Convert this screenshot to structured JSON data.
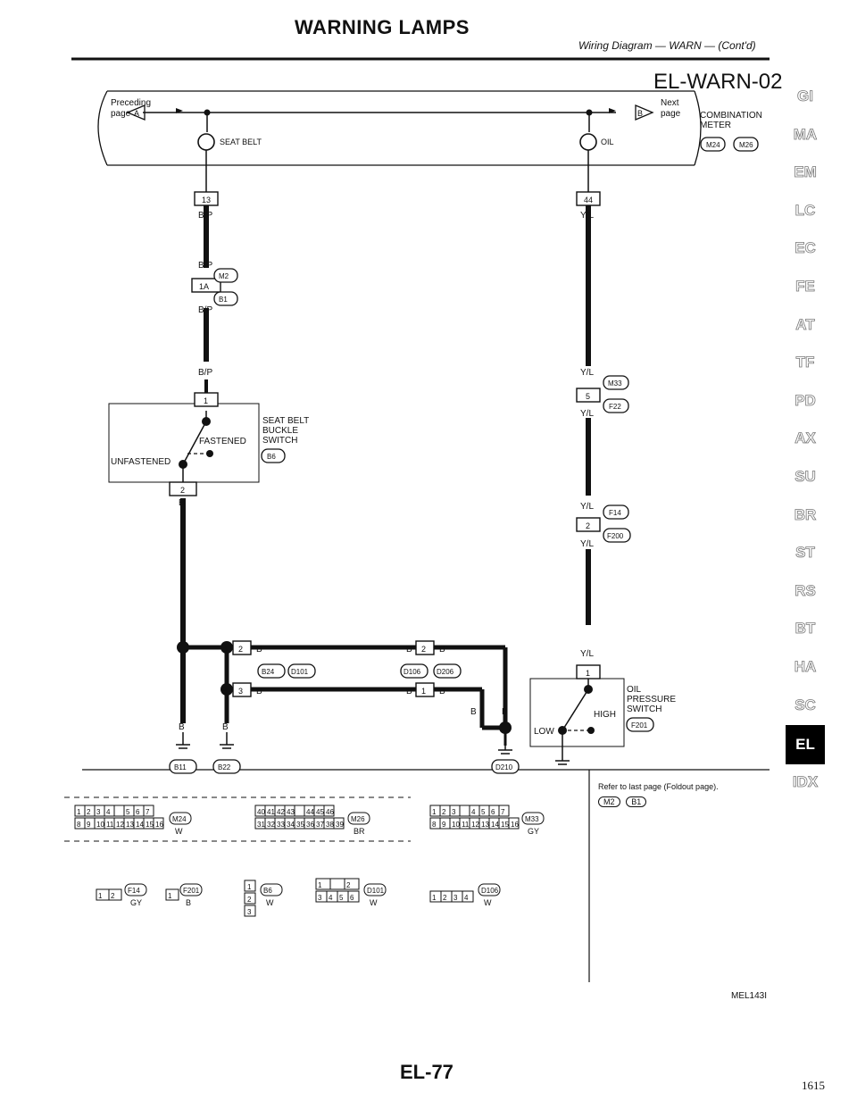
{
  "header": {
    "title": "WARNING LAMPS",
    "subtitle": "Wiring Diagram — WARN — (Cont'd)",
    "diagram_code": "EL-WARN-02"
  },
  "footer": {
    "page": "EL-77",
    "sheet": "1615",
    "ref_code": "MEL143I",
    "refer_note": "Refer to last page (Foldout page).",
    "refer_connectors": [
      "M2",
      "B1"
    ]
  },
  "meter": {
    "preceding": "Preceding",
    "preceding2": "page",
    "next": "Next",
    "next2": "page",
    "arrow_a": "A",
    "arrow_b": "B",
    "name": "COMBINATION",
    "name2": "METER",
    "conn1": "M24",
    "conn2": "M26",
    "seatbelt_lamp": "SEAT BELT",
    "oil_lamp": "OIL"
  },
  "seatbelt_circuit": {
    "pin_meter": "13",
    "wire1": "B/P",
    "wire2": "B/P",
    "conn_pin": "1A",
    "conn_top": "M2",
    "conn_bot": "B1",
    "wire3": "B/P",
    "wire4": "B/P",
    "sw_pin1": "1",
    "sw_pin2": "2",
    "fastened": "FASTENED",
    "unfastened": "UNFASTENED",
    "sw_name1": "SEAT BELT",
    "sw_name2": "BUCKLE",
    "sw_name3": "SWITCH",
    "sw_conn": "B6",
    "wire_b": "B"
  },
  "oil_circuit": {
    "pin_meter": "44",
    "wire1": "Y/L",
    "wire2": "Y/L",
    "pin5": "5",
    "conn_m33": "M33",
    "conn_f22": "F22",
    "wire3": "Y/L",
    "wire4": "Y/L",
    "pin2": "2",
    "conn_f14": "F14",
    "conn_f200": "F200",
    "wire5": "Y/L",
    "wire6": "Y/L",
    "sw_pin": "1",
    "high": "HIGH",
    "low": "LOW",
    "sw_name1": "OIL",
    "sw_name2": "PRESSURE",
    "sw_name3": "SWITCH",
    "sw_conn": "F201"
  },
  "ground_circuit": {
    "b": "B",
    "pin2": "2",
    "pin3": "3",
    "pin1": "1",
    "conn_b24": "B24",
    "conn_d101": "D101",
    "conn_d106": "D106",
    "conn_d206": "D206",
    "gnd1": "B11",
    "gnd2": "B22",
    "gnd3": "D210"
  },
  "connector_views": {
    "m24_row1": [
      "1",
      "2",
      "3",
      "4",
      "",
      "5",
      "6",
      "7"
    ],
    "m24_row2": [
      "8",
      "9",
      "10",
      "11",
      "12",
      "13",
      "14",
      "15",
      "16"
    ],
    "m24_id": "M24",
    "m24_color": "W",
    "m26_row1": [
      "40",
      "41",
      "42",
      "43",
      "",
      "44",
      "45",
      "46"
    ],
    "m26_row2": [
      "31",
      "32",
      "33",
      "34",
      "35",
      "36",
      "37",
      "38",
      "39"
    ],
    "m26_id": "M26",
    "m26_color": "BR",
    "m33_row1": [
      "1",
      "2",
      "3",
      "",
      "4",
      "5",
      "6",
      "7"
    ],
    "m33_row2": [
      "8",
      "9",
      "10",
      "11",
      "12",
      "13",
      "14",
      "15",
      "16"
    ],
    "m33_id": "M33",
    "m33_color": "GY",
    "f14_pins": [
      "1",
      "2"
    ],
    "f14_id": "F14",
    "f14_color": "GY",
    "f201_pins": [
      "1"
    ],
    "f201_id": "F201",
    "f201_color": "B",
    "b6_pins": [
      "1",
      "2",
      "3"
    ],
    "b6_id": "B6",
    "b6_color": "W",
    "d101_row1": [
      "1",
      "",
      "2"
    ],
    "d101_row2": [
      "3",
      "4",
      "5",
      "6"
    ],
    "d101_id": "D101",
    "d101_color": "W",
    "d106_pins": [
      "1",
      "2",
      "3",
      "4"
    ],
    "d106_id": "D106",
    "d106_color": "W"
  },
  "side_tabs": [
    "GI",
    "MA",
    "EM",
    "LC",
    "EC",
    "FE",
    "AT",
    "TF",
    "PD",
    "AX",
    "SU",
    "BR",
    "ST",
    "RS",
    "BT",
    "HA",
    "SC",
    "EL",
    "IDX"
  ],
  "active_tab": "EL"
}
